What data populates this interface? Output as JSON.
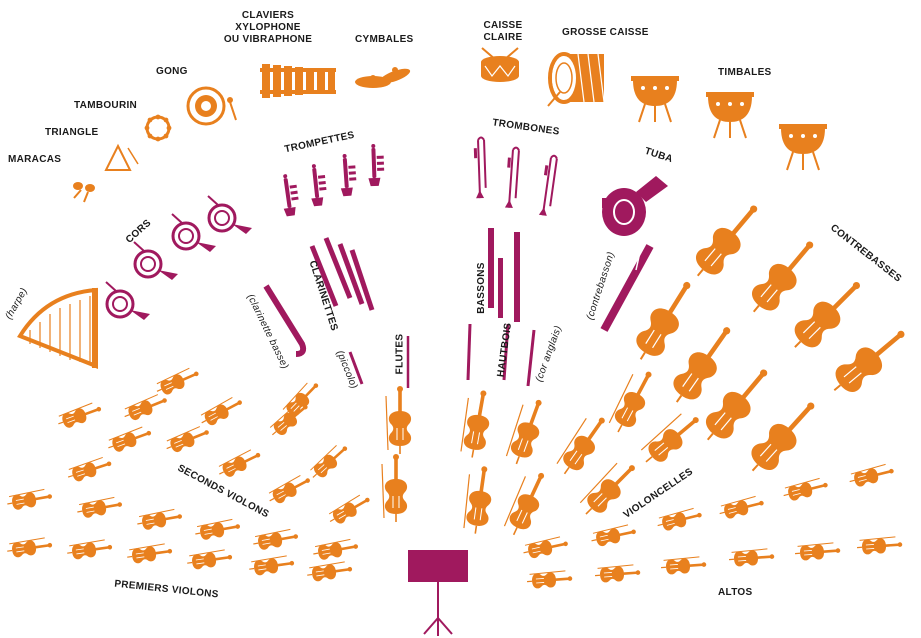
{
  "colors": {
    "brass_percussion": "#E8801E",
    "winds": "#A0195E",
    "strings": "#E8801E",
    "text": "#1a1a1a",
    "background": "#ffffff"
  },
  "labels": {
    "maracas": "MARACAS",
    "triangle": "TRIANGLE",
    "tambourin": "TAMBOURIN",
    "gong": "GONG",
    "claviers_1": "CLAVIERS",
    "claviers_2": "XYLOPHONE",
    "claviers_3": "OU VIBRAPHONE",
    "cymbales": "CYMBALES",
    "caisse_claire_1": "CAISSE",
    "caisse_claire_2": "CLAIRE",
    "grosse_caisse": "GROSSE CAISSE",
    "timbales": "TIMBALES",
    "trompettes": "TROMPETTES",
    "trombones": "TROMBONES",
    "tuba": "TUBA",
    "cors": "CORS",
    "harpe": "(harpe)",
    "clarinettes": "CLARINETTES",
    "clarinette_basse": "(clarinette basse)",
    "piccolo": "(piccolo)",
    "flutes": "FLUTES",
    "bassons": "BASSONS",
    "hautbois": "HAUTBOIS",
    "cor_anglais": "(cor anglais)",
    "contrebasson": "(contrebasson)",
    "contrebasses": "CONTREBASSES",
    "violoncelles": "VIOLONCELLES",
    "seconds_violons": "SECONDS VIOLONS",
    "premiers_violons": "PREMIERS VIOLONS",
    "altos": "ALTOS"
  },
  "icons": [
    "maracas-icon",
    "triangle-icon",
    "tambourine-icon",
    "gong-icon",
    "xylophone-icon",
    "cymbals-icon",
    "snare-drum-icon",
    "bass-drum-icon",
    "timpani-icon",
    "trumpet-icon",
    "trombone-icon",
    "tuba-icon",
    "french-horn-icon",
    "harp-icon",
    "clarinet-icon",
    "bass-clarinet-icon",
    "piccolo-icon",
    "flute-icon",
    "bassoon-icon",
    "oboe-icon",
    "cor-anglais-icon",
    "contrabassoon-icon",
    "double-bass-icon",
    "cello-icon",
    "violin-icon",
    "viola-icon",
    "conductor-stand-icon"
  ]
}
